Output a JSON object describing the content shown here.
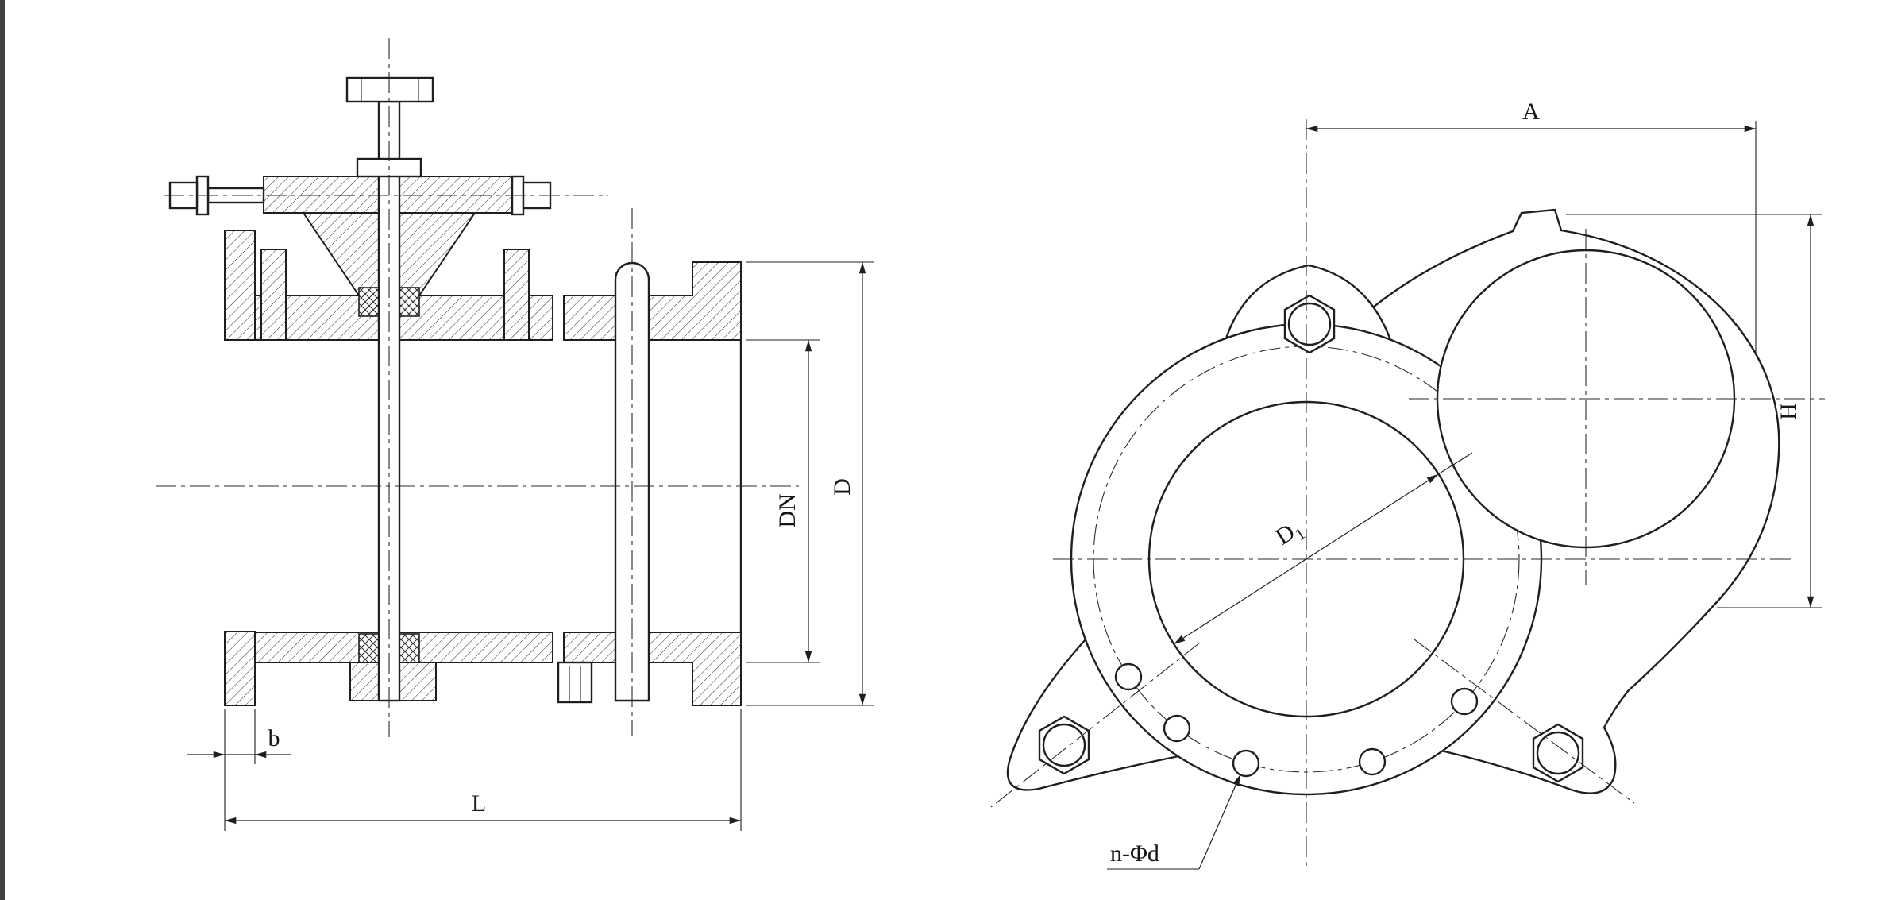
{
  "canvas": {
    "background": "#ffffff",
    "ink": "#1f1f1f",
    "hatch_color": "#2a2a2a"
  },
  "views": {
    "section": {
      "dims": {
        "b": "b",
        "L": "L",
        "DN": "DN",
        "D": "D"
      }
    },
    "front": {
      "dims": {
        "A": "A",
        "H": "H",
        "D1_base": "D",
        "D1_sub": "1",
        "bolt_pattern": "n-Φd"
      }
    }
  }
}
